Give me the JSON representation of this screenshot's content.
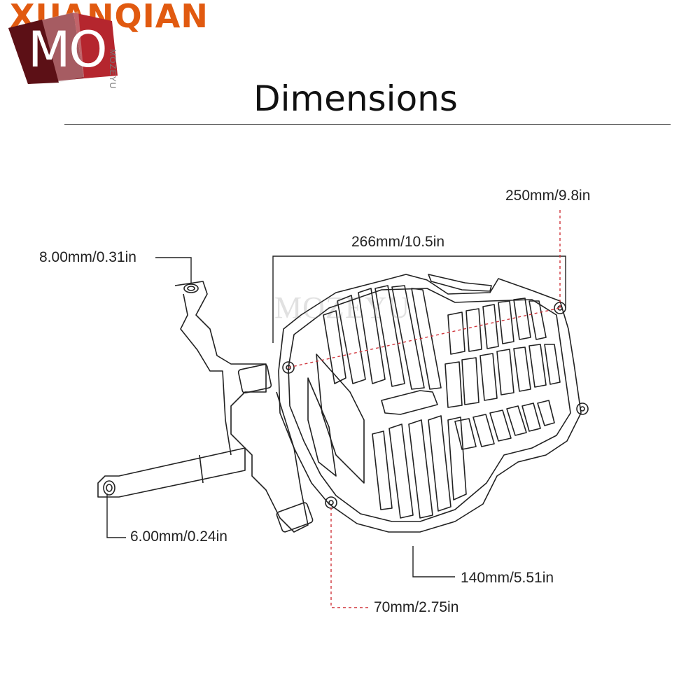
{
  "brand": {
    "name": "XUANQIAN",
    "badge": "MO",
    "vertical_mark": "MOZEYU",
    "accent_color": "#e15a10",
    "badge_colors": [
      "#a11a20",
      "#6e1218",
      "#cfcfcf"
    ]
  },
  "title": "Dimensions",
  "watermark": "MOZEYU",
  "dimensions": {
    "overall_width": "266mm/10.5in",
    "mount_hole_top": "8.00mm/0.31in",
    "mount_hole_bottom": "6.00mm/0.24in",
    "height_right": "250mm/9.8in",
    "mid_height": "140mm/5.51in",
    "lower_offset": "70mm/2.75in"
  },
  "colors": {
    "line": "#222222",
    "dim_red": "#d0353c"
  }
}
